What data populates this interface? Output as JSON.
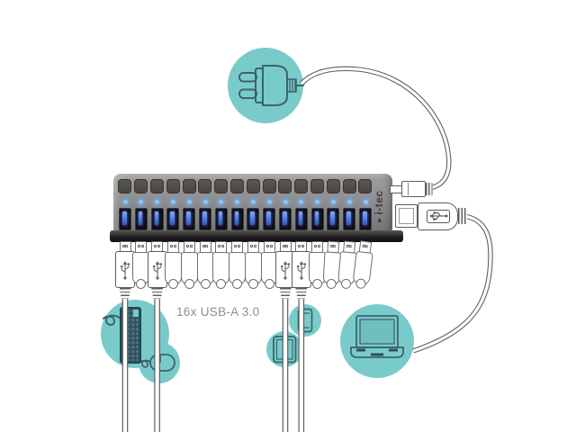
{
  "illustration": {
    "caption": "16x USB-A 3.0",
    "hub": {
      "brand": "i-tec",
      "ports": 16,
      "port_type": "USB-A 3.0"
    },
    "logo_triangle_glyph": "▸",
    "connector_slots": [
      {
        "slot": 1,
        "type": "cable-plug",
        "device": "keyboard"
      },
      {
        "slot": 2,
        "type": "flash-drive"
      },
      {
        "slot": 3,
        "type": "cable-plug",
        "device": "mouse"
      },
      {
        "slot": 4,
        "type": "flash-drive"
      },
      {
        "slot": 5,
        "type": "flash-drive"
      },
      {
        "slot": 6,
        "type": "flash-drive"
      },
      {
        "slot": 7,
        "type": "flash-drive"
      },
      {
        "slot": 8,
        "type": "flash-drive"
      },
      {
        "slot": 9,
        "type": "flash-drive"
      },
      {
        "slot": 10,
        "type": "flash-drive"
      },
      {
        "slot": 11,
        "type": "cable-plug",
        "device": "smartphone"
      },
      {
        "slot": 12,
        "type": "cable-plug",
        "device": "tablet"
      },
      {
        "slot": 13,
        "type": "flash-drive"
      },
      {
        "slot": 14,
        "type": "flash-drive",
        "tilt_deg": 3
      },
      {
        "slot": 15,
        "type": "flash-drive",
        "tilt_deg": 5
      },
      {
        "slot": 16,
        "type": "flash-drive",
        "tilt_deg": 7
      }
    ],
    "devices": [
      {
        "name": "power-plug",
        "icon": "power-plug-icon"
      },
      {
        "name": "keyboard",
        "icon": "keyboard-icon"
      },
      {
        "name": "mouse",
        "icon": "mouse-icon"
      },
      {
        "name": "smartphone",
        "icon": "smartphone-icon"
      },
      {
        "name": "tablet",
        "icon": "tablet-icon"
      },
      {
        "name": "laptop",
        "icon": "laptop-icon"
      }
    ]
  },
  "colors": {
    "teal": "#79cbc9",
    "icon_stroke": "#3a646d",
    "icon_dark_fill": "#2c4f59",
    "connector_outline": "#6f6f6f",
    "connector_outline_dark": "#5d5d5d",
    "led_blue": "#85c6ff",
    "port_blue": "#2d57c6",
    "cable_stroke": "#5f5f5f",
    "caption_gray": "#8f8f8f",
    "hub_logo_dark": "#2f2f2f"
  }
}
